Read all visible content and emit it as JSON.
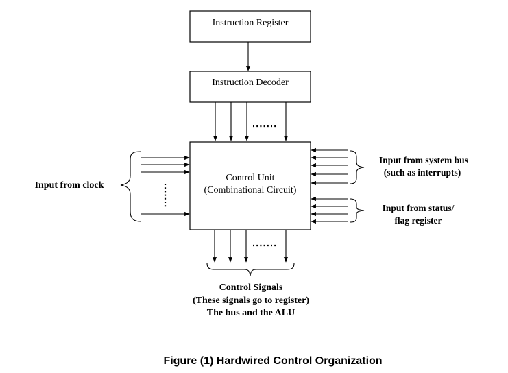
{
  "boxes": {
    "instruction_register": "Instruction Register",
    "instruction_decoder": "Instruction Decoder",
    "control_unit_line1": "Control Unit",
    "control_unit_line2": "(Combinational Circuit)"
  },
  "labels": {
    "input_clock": "Input from clock",
    "system_bus_line1": "Input from system bus",
    "system_bus_line2": "(such as interrupts)",
    "status_line1": "Input from status/",
    "status_line2": "flag register",
    "control_signals_line1": "Control Signals",
    "control_signals_line2": "(These signals go to register)",
    "control_signals_line3": "The bus and the ALU"
  },
  "caption": "Figure (1) Hardwired Control Organization"
}
